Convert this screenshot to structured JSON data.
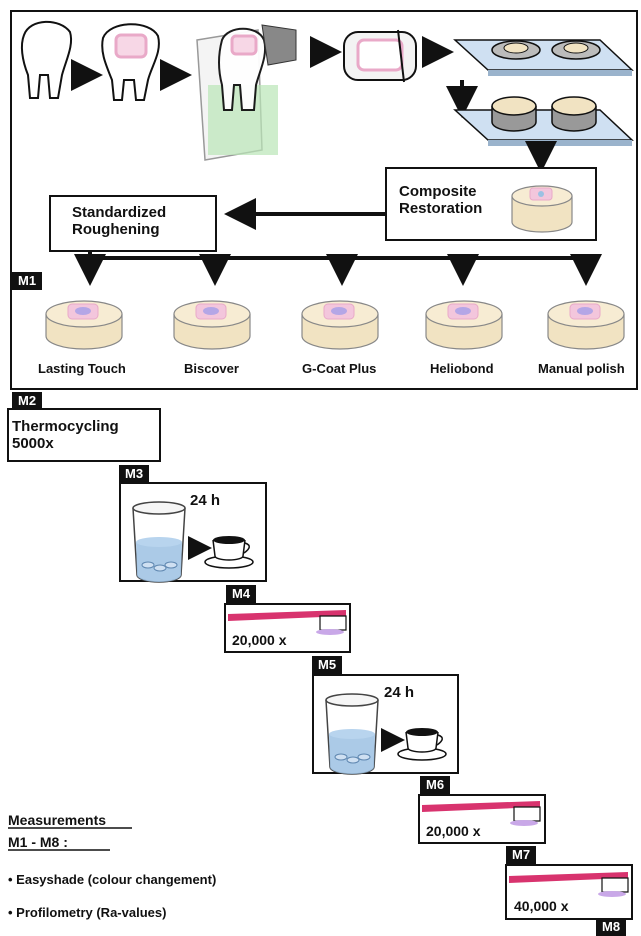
{
  "composite_restoration": [
    "Composite",
    "Restoration"
  ],
  "standardized_roughening": [
    "Standardized",
    "Roughening"
  ],
  "groups": [
    "Lasting Touch",
    "Biscover",
    "G-Coat Plus",
    "Heliobond",
    "Manual polish"
  ],
  "markers": [
    "M1",
    "M2",
    "M3",
    "M4",
    "M5",
    "M6",
    "M7",
    "M8"
  ],
  "thermocycling": [
    "Thermocycling",
    "5000x"
  ],
  "staining_time_1": "24 h",
  "brushing_1": "20,000 x",
  "staining_time_2": "24 h",
  "brushing_2": "20,000 x",
  "brushing_3": "40,000 x",
  "measurements": {
    "title": "Measurements",
    "range": "M1  -  M8 :",
    "items": [
      "• Easyshade (colour changement)",
      "• Profilometry (Ra-values)"
    ]
  },
  "colors": {
    "line": "#111111",
    "composite": "#f1e3c2",
    "restoration": "#e9a9c8",
    "water": "#9cc1e3",
    "toothbrush": "#d8336e"
  }
}
